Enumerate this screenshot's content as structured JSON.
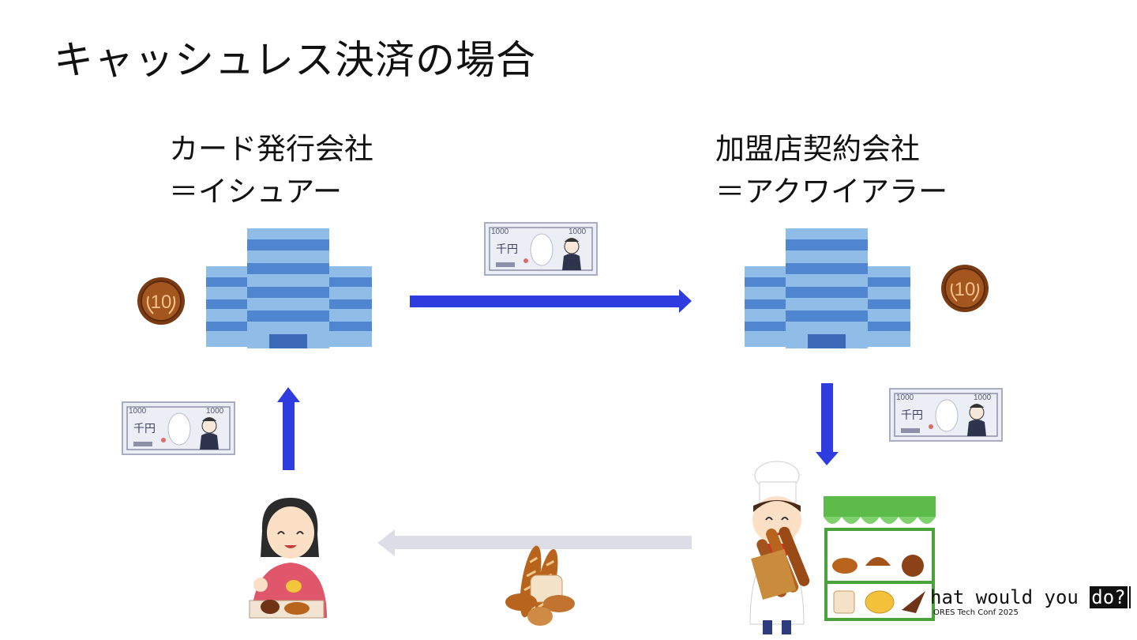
{
  "slide": {
    "title": "キャッシュレス決済の場合"
  },
  "issuer": {
    "line1": "カード発行会社",
    "line2": "＝イシュアー"
  },
  "acquirer": {
    "line1": "加盟店契約会社",
    "line2": "＝アクワイアラー"
  },
  "icons": {
    "building": "office-building-icon",
    "coin": "coin-10-yen-icon",
    "note": "thousand-yen-note-icon",
    "customer": "customer-woman-icon",
    "baker": "baker-icon",
    "shop": "bakery-shop-icon",
    "bread": "bread-icon"
  },
  "money": {
    "note_denomination": "1000",
    "note_kanji": "千円",
    "coin_value": "10"
  },
  "colors": {
    "money_arrow": "#2f3de0",
    "goods_arrow": "#dcdde6",
    "building_light": "#8fbde8",
    "building_dark": "#4f86cf"
  },
  "footer": {
    "tag_prefix": "hat would you ",
    "tag_highlight": "do?",
    "sub": "ORES Tech Conf 2025"
  }
}
